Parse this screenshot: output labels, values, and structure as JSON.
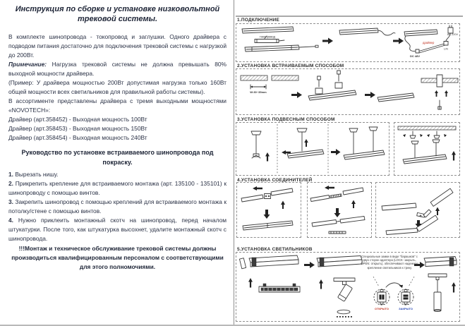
{
  "page": {
    "bg": "#ffffff",
    "text_color": "#2b3246",
    "accent_red": "#c03322",
    "accent_blue": "#2646b4"
  },
  "left": {
    "title": "Инструкция по сборке и установке низковольтной трековой системы.",
    "intro": "В комплекте шинопровода - токопровод и заглушки. Одного драйвера с подводом питания достаточно для подключения трековой системы с нагрузкой до 200Вт.",
    "note_label": "Примечание:",
    "note_text": " Нагрузка трековой системы не должна превышать 80% выходной мощности драйвера.",
    "example": "(Пример: У драйвера мощностью 200Вт допустимая нагрузка только 160Вт общей мощности всех светильников для правильной работы системы).",
    "assortment": "В ассортименте представлены драйвера с тремя выходными мощностями «NOVOTECH»:",
    "drivers": [
      "Драйвер (арт.358452) - Выходная мощность 100Вт",
      "Драйвер (арт.358453) - Выходная мощность 150Вт",
      "Драйвер (арт.358454) - Выходная мощность 240Вт"
    ],
    "guide_title": "Руководство по установке встраиваемого шинопровода под покраску.",
    "steps": [
      {
        "num": "1.",
        "text": " Вырезать нишу."
      },
      {
        "num": "2.",
        "text": " Прикрепить крепление для встраиваемого монтажа (арт. 135100 - 135101) к шинопроводу с помощью винтов."
      },
      {
        "num": "3.",
        "text": " Закрепить шинопровод с помощью креплений для встраиваемого монтажа к потолку/стене с помощью винтов."
      },
      {
        "num": "4.",
        "text": " Нужно приклеить монтажный скотч на шинопровод, перед началом штукатурки. После того, как штукатурка высохнет, удалите монтажный скотч с шинопровода."
      }
    ],
    "warning": "!!!Монтаж и техническое обслуживание трековой системы должны производиться квалифицированным персоналом с соответствующими для этого полномочиями."
  },
  "sections": {
    "s1": {
      "title": "1.ПОДКЛЮЧЕНИЕ",
      "labels": {
        "tokoprovod": "токопровод",
        "dc": "DC 48V",
        "driver": "драйвер",
        "ln": "L/N",
        "ac": "AC 220V"
      }
    },
    "s2": {
      "title": "2.УСТАНОВКА ВСТРАИВАЕМЫМ СПОСОБОМ",
      "labels": {
        "dim": "W:30~35mm"
      }
    },
    "s3": {
      "title": "3.УСТАНОВКА ПОДВЕСНЫМ СПОСОБОМ"
    },
    "s4": {
      "title": "4.УСТАНОВКА СОЕДИНИТЕЛЕЙ"
    },
    "s5": {
      "title": "5.УСТАНОВКА СВЕТИЛЬНИКОВ",
      "note": "Специальные замки в виде \"барашков\" с двух сторон адаптера (LOCK: закрыть, OPEN: открыть), обеспечивают надежное крепление светильников к треку",
      "open_label": "ОТКРЫТО",
      "closed_label": "ЗАКРЫТО"
    }
  }
}
